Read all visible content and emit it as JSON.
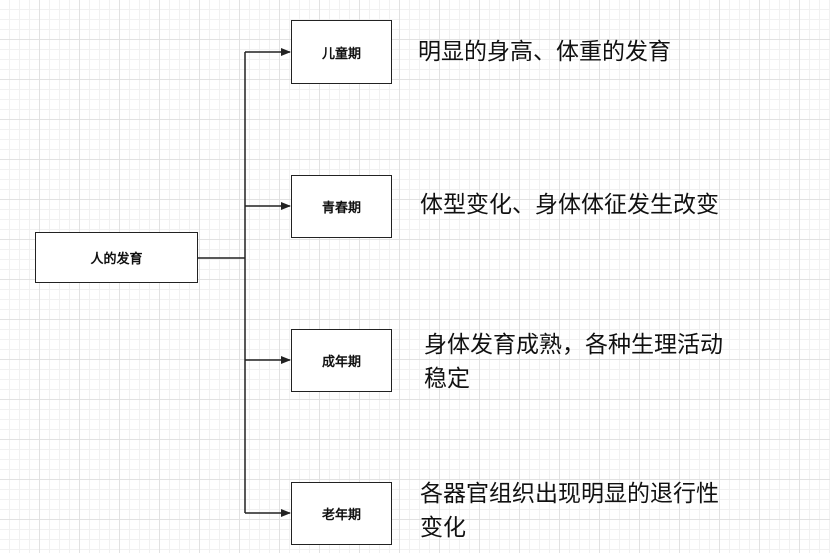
{
  "root": {
    "label": "人的发育"
  },
  "stages": [
    {
      "label": "儿童期",
      "description": "明显的身高、体重的发育"
    },
    {
      "label": "青春期",
      "description": "体型变化、身体体征发生改变"
    },
    {
      "label": "成年期",
      "description": "身体发育成熟，各种生理活动\n稳定"
    },
    {
      "label": "老年期",
      "description": "各器官组织出现明显的退行性\n变化"
    }
  ],
  "colors": {
    "line": "#222222",
    "box_border": "#222222",
    "text": "#111111"
  }
}
